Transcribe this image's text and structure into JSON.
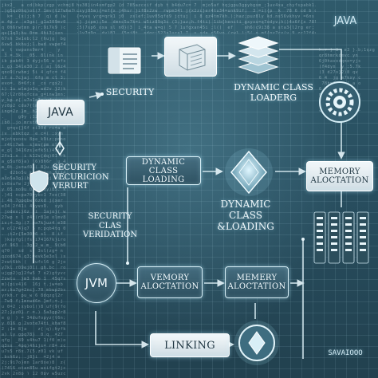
{
  "corner_label": "JAVA",
  "nodes": {
    "java": "JAVA",
    "security_top": "SECURITY",
    "dynamic_class_loading_top": "DYNAMIC CLASS LOADERG",
    "security_verification_line1": "SECURITY",
    "security_verification_line2": "VECURICION",
    "security_verification_line3": "VERURT",
    "dynamic_class_loading_box": "DYNAMIC CLASS LOADING",
    "dynamic_class_loading_center": "DYNAMIC CLASS &LOADING",
    "memory_allocation_right": "MEMORY ALOCTATION",
    "security_class_verification": "SECURITY CLAS VERIDATION",
    "jvm": "JVM",
    "memory_allocation_mid": "VEMORY ALOCTATION",
    "memery_allocation": "MEMERY ALOCTATION",
    "linking": "LINKING",
    "bottom_right_label": "SAVAIOOO"
  },
  "colors": {
    "background": "#2a5263",
    "glow": "#d6eef6",
    "accent": "#8fd3ea"
  }
}
